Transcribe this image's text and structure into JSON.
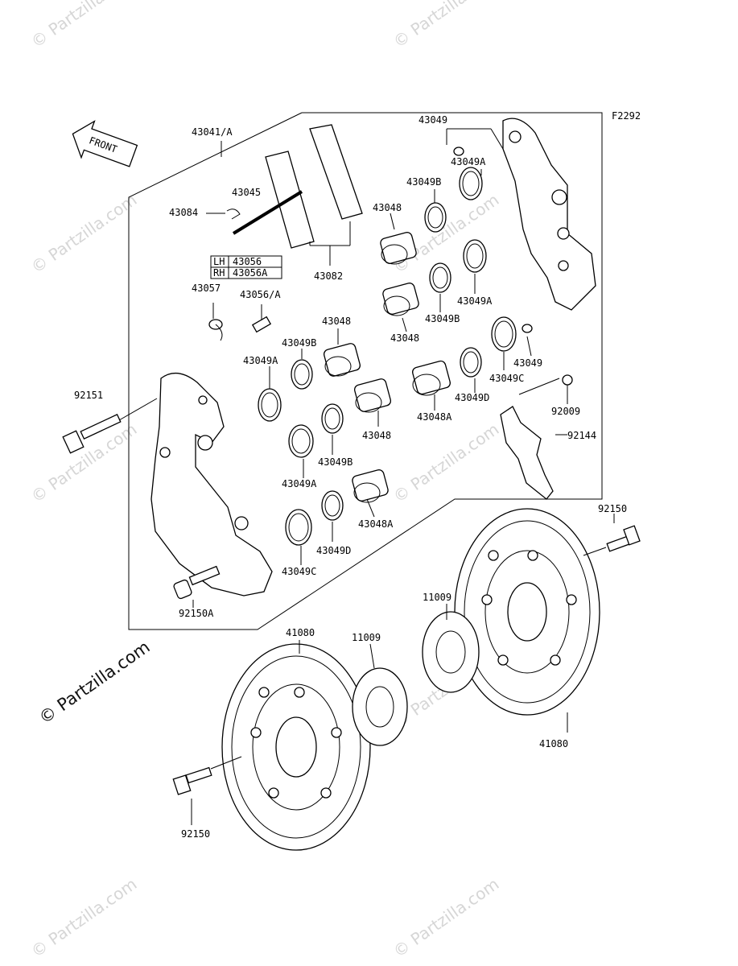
{
  "diagram": {
    "code": "F2292",
    "front_label": "FRONT",
    "side_table": [
      {
        "side": "LH",
        "part": "43056"
      },
      {
        "side": "RH",
        "part": "43056A"
      }
    ],
    "labels": {
      "l43041A": "43041/A",
      "l43049_top": "43049",
      "l43049A_1": "43049A",
      "l43049B_1": "43049B",
      "l43045": "43045",
      "l43084": "43084",
      "l43048_1": "43048",
      "l43082": "43082",
      "l43057": "43057",
      "l43056A": "43056/A",
      "l43049A_2": "43049A",
      "l43049B_2": "43049B",
      "l43048_2": "43048",
      "l43048_3": "43048",
      "l43049B_3": "43049B",
      "l43049A_3": "43049A",
      "l43049_right": "43049",
      "l43049C_1": "43049C",
      "l43049D_1": "43049D",
      "l43048A_1": "43048A",
      "l92009": "92009",
      "l92144": "92144",
      "l92151": "92151",
      "l43048_4": "43048",
      "l43049B_4": "43049B",
      "l43049A_4": "43049A",
      "l43048A_2": "43048A",
      "l43049D_2": "43049D",
      "l43049C_2": "43049C",
      "l92150A": "92150A",
      "l92150_right": "92150",
      "l11009_right": "11009",
      "l41080_left": "41080",
      "l11009_left": "11009",
      "l41080_right": "41080",
      "l92150_left": "92150"
    },
    "watermark": "© Partzilla.com"
  }
}
